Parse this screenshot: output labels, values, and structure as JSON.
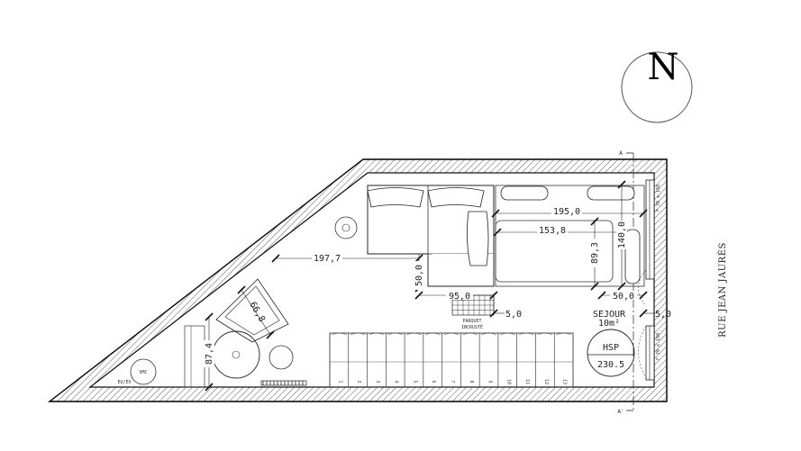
{
  "compass": {
    "letter": "N"
  },
  "street_name": "RUE JEAN JAURÈS",
  "section_marks": {
    "top": "A",
    "bottom": "A'"
  },
  "room": {
    "name": "SEJOUR",
    "area": "10m²"
  },
  "hsp": {
    "label": "HSP",
    "value": "230.5"
  },
  "parquet": {
    "line1": "PARQUET",
    "line2": "INCRUSTÉ"
  },
  "dimensions": {
    "d195": "195,0",
    "d153": "153,8",
    "d140": "140,0",
    "d89": "89,3",
    "d197": "197,7",
    "d50v": "50,0",
    "d95": "95,0",
    "d5a": "5,0",
    "d50h": "50,0",
    "d5b": "5,0",
    "d66": "66,8",
    "d87": "87,4"
  },
  "vmc": "VMC",
  "ecoev": "EU/EV",
  "stair_numbers": [
    "1",
    "2",
    "3",
    "4",
    "5",
    "6",
    "7",
    "8",
    "9",
    "10",
    "11",
    "12",
    "13"
  ]
}
